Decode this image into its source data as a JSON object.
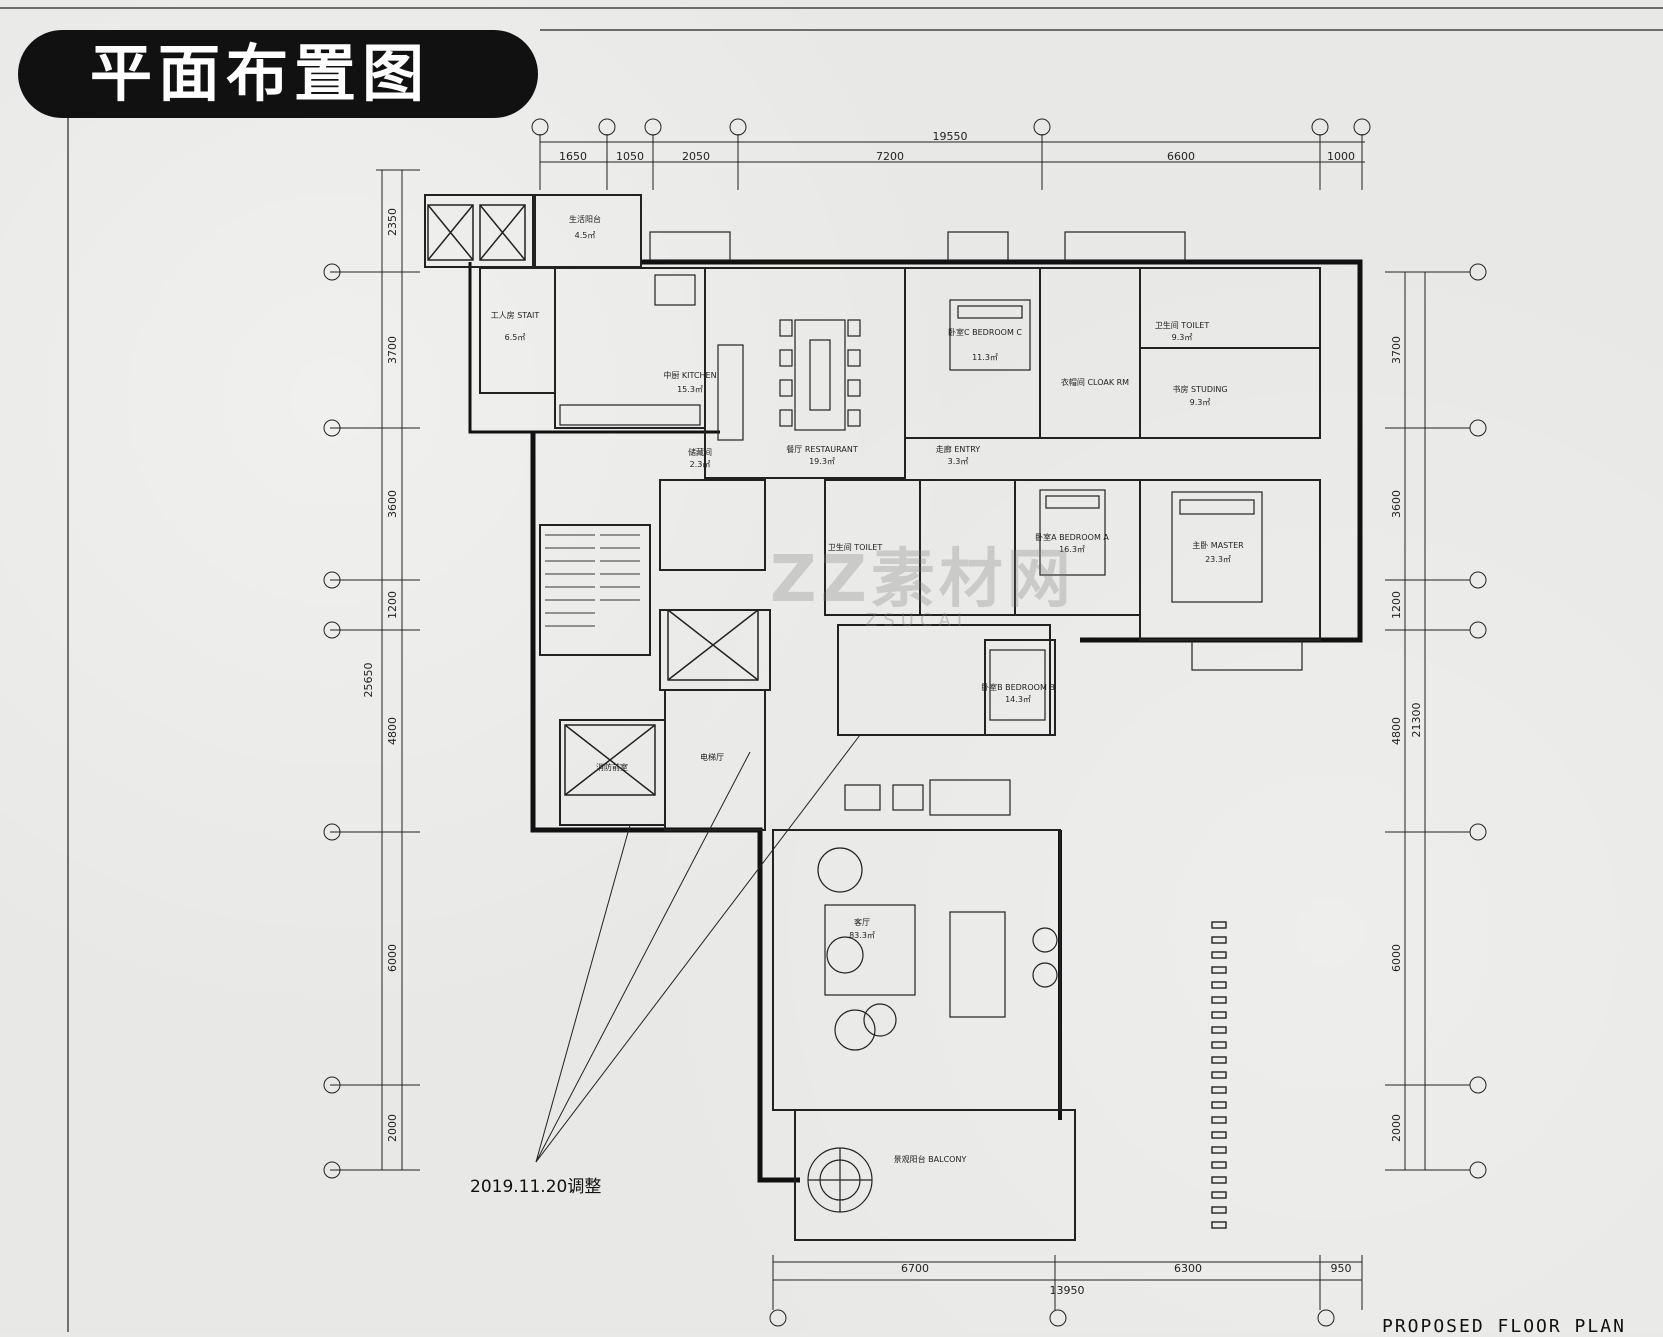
{
  "title": "平面布置图",
  "note": "2019.11.20调整",
  "footer_title": "PROPOSED FLOOR PLAN",
  "watermark": "ZZ素材网",
  "watermark_sub": "ZSUCAI",
  "colors": {
    "ink": "#111111",
    "paper": "#e8e8e6",
    "badge": "#111111"
  },
  "dims_top_total": "19550",
  "dims_top": [
    "1650",
    "1050",
    "2050",
    "7200",
    "6600",
    "1000"
  ],
  "dims_left_total": "25650",
  "dims_left": [
    "2350",
    "3700",
    "3600",
    "1200",
    "4800",
    "6000",
    "2000"
  ],
  "dims_right_total": "21300",
  "dims_right": [
    "3700",
    "3600",
    "1200",
    "4800",
    "6000",
    "2000"
  ],
  "dims_bottom_total": "13950",
  "dims_bottom": [
    "6700",
    "6300",
    "950"
  ],
  "rooms": [
    {
      "name": "生活阳台",
      "area": "4.5㎡"
    },
    {
      "name": "工人房 STAIT",
      "area": "6.5㎡"
    },
    {
      "name": "中厨 KITCHEN",
      "area": "15.3㎡"
    },
    {
      "name": "餐厅 RESTAURANT",
      "area": "19.3㎡"
    },
    {
      "name": "卧室C BEDROOM C",
      "area": "11.3㎡"
    },
    {
      "name": "衣帽间 CLOAK RM",
      "area": ""
    },
    {
      "name": "卫生间 TOILET",
      "area": "9.3㎡"
    },
    {
      "name": "书房 STUDING",
      "area": "9.3㎡"
    },
    {
      "name": "走廊 ENTRY",
      "area": "3.3㎡"
    },
    {
      "name": "储藏间",
      "area": "2.3㎡"
    },
    {
      "name": "卫生间 TOILET",
      "area": ""
    },
    {
      "name": "卧室A BEDROOM A",
      "area": "16.3㎡"
    },
    {
      "name": "主卧 MASTER",
      "area": "23.3㎡"
    },
    {
      "name": "卧室B BEDROOM B",
      "area": "14.3㎡"
    },
    {
      "name": "客厅",
      "area": "83.3㎡"
    },
    {
      "name": "景观阳台 BALCONY",
      "area": ""
    },
    {
      "name": "电梯厅",
      "area": ""
    },
    {
      "name": "消防前室",
      "area": ""
    }
  ]
}
